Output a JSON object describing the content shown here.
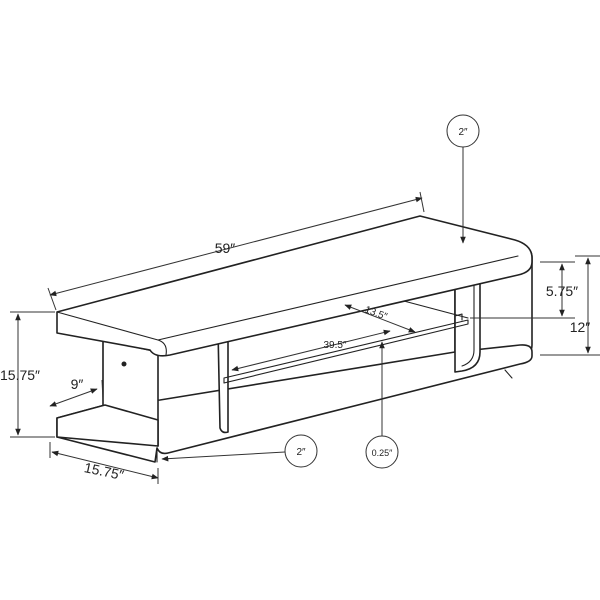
{
  "dimensions": {
    "width": "59″",
    "shelf_width": "39.5″",
    "shelf_depth": "13.5″",
    "opening_height": "5.75″",
    "total_height": "12″",
    "side_height": "15.75″",
    "side_depth": "15.75″",
    "inner_depth": "9″",
    "top_thickness": "2″",
    "bottom_thickness": "2″",
    "glass_thickness": "0.25″"
  }
}
